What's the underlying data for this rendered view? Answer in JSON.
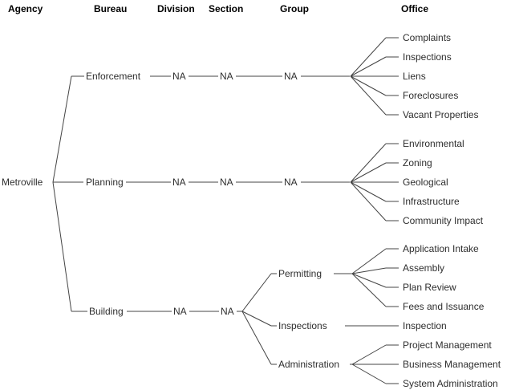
{
  "columns": {
    "agency": "Agency",
    "bureau": "Bureau",
    "division": "Division",
    "section": "Section",
    "group": "Group",
    "office": "Office"
  },
  "agency": {
    "label": "Metroville"
  },
  "bureaus": {
    "enforcement": {
      "label": "Enforcement",
      "division": "NA",
      "section": "NA",
      "group": "NA",
      "offices": [
        "Complaints",
        "Inspections",
        "Liens",
        "Foreclosures",
        "Vacant Properties"
      ]
    },
    "planning": {
      "label": "Planning",
      "division": "NA",
      "section": "NA",
      "group": "NA",
      "offices": [
        "Environmental",
        "Zoning",
        "Geological",
        "Infrastructure",
        "Community Impact"
      ]
    },
    "building": {
      "label": "Building",
      "division": "NA",
      "section": "NA",
      "groups": [
        {
          "label": "Permitting",
          "offices": [
            "Application Intake",
            "Assembly",
            "Plan Review",
            "Fees and Issuance"
          ]
        },
        {
          "label": "Inspections",
          "offices": [
            "Inspection"
          ]
        },
        {
          "label": "Administration",
          "offices": [
            "Project Management",
            "Business Management",
            "System Administration"
          ]
        }
      ]
    }
  },
  "style": {
    "line_color": "#444444",
    "text_color": "#2e2e2e",
    "background": "#ffffff"
  }
}
